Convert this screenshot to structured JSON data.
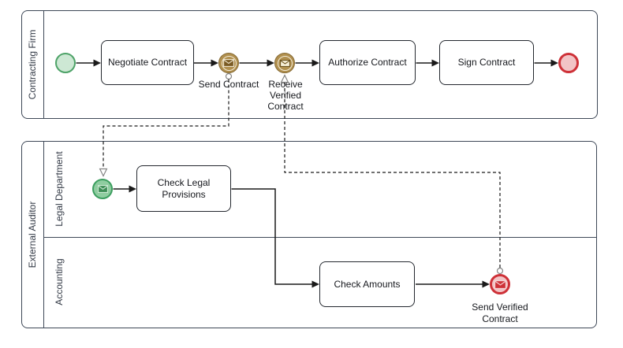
{
  "diagram_type": "BPMN collaboration diagram",
  "pools": [
    {
      "name": "Contracting Firm",
      "lanes": []
    },
    {
      "name": "External Auditor",
      "lanes": [
        {
          "name": "Legal Department"
        },
        {
          "name": "Accounting"
        }
      ]
    }
  ],
  "tasks": [
    {
      "label": "Negotiate Contract"
    },
    {
      "label": "Authorize Contract"
    },
    {
      "label": "Sign Contract"
    },
    {
      "label": "Check Legal Provisions"
    },
    {
      "label": "Check Amounts"
    }
  ],
  "events": {
    "start": {
      "type": "start-event",
      "label": ""
    },
    "send_contract": {
      "type": "intermediate-message-throw-event",
      "label": "Send Contract"
    },
    "receive_verified": {
      "type": "intermediate-message-catch-event",
      "label": "Receive Verified Contract"
    },
    "end": {
      "type": "end-event",
      "label": ""
    },
    "legal_message_start": {
      "type": "message-start-event",
      "label": ""
    },
    "send_verified": {
      "type": "message-end-event",
      "label": "Send Verified Contract"
    }
  },
  "icons": {
    "message": "envelope-icon",
    "message_flow_start": "open-circle-marker",
    "message_flow_arrow": "open-triangle-arrowhead"
  },
  "colors": {
    "green_fill": "#CDE8D4",
    "green_stroke": "#4EA368",
    "brown_fill": "#B1904F",
    "brown_stroke": "#876B35",
    "red_fill": "#F2C4C6",
    "red_stroke": "#CE3138",
    "pool_stroke": "#3E4857",
    "task_stroke": "#23272E",
    "flow_stroke": "#1A1A1A"
  }
}
